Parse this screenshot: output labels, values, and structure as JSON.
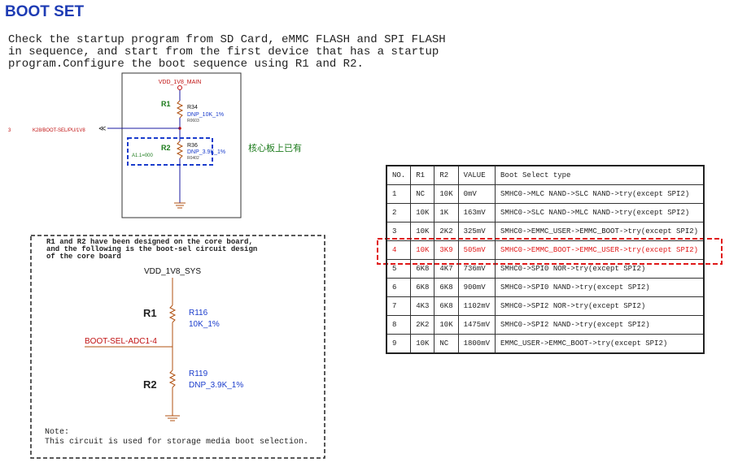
{
  "title": "BOOT SET",
  "description": "Check the startup program from SD Card, eMMC FLASH and SPI FLASH\nin sequence, and start from the first device that has a startup\nprogram.Configure the boot sequence using R1 and R2.",
  "top_schematic": {
    "vdd_label": "VDD_1V8_MAIN",
    "r1_label": "R1",
    "r34_ref": "R34",
    "r34_value": "DNP_10K_1%",
    "r34_pkg": "R0603",
    "net_index": "3",
    "net_label": "K28/BOOT-SEL/PU/1V8",
    "r2_label": "R2",
    "r36_ref": "R36",
    "r36_value": "DNP_3.9K_1%",
    "r36_pkg": "R0402",
    "box_label": "A1.1=000",
    "note_cn": "核心板上已有"
  },
  "bottom_schematic": {
    "core_note": "R1 and R2 have been designed on the core board,\nand the following is the boot-sel circuit design\nof the core board",
    "vdd_label": "VDD_1V8_SYS",
    "r1_label": "R1",
    "r116_ref": "R116",
    "r116_value": "10K_1%",
    "net_label": "BOOT-SEL-ADC1-4",
    "r2_label": "R2",
    "r119_ref": "R119",
    "r119_value": "DNP_3.9K_1%",
    "note": "Note:\nThis circuit is used for storage media boot selection."
  },
  "table": {
    "headers": [
      "NO.",
      "R1",
      "R2",
      "VALUE",
      "Boot Select type"
    ],
    "rows": [
      [
        "1",
        "NC",
        "10K",
        "0mV",
        "SMHC0->MLC NAND->SLC NAND->try(except SPI2)"
      ],
      [
        "2",
        "10K",
        "1K",
        "163mV",
        "SMHC0->SLC NAND->MLC NAND->try(except SPI2)"
      ],
      [
        "3",
        "10K",
        "2K2",
        "325mV",
        "SMHC0->EMMC_USER->EMMC_BOOT->try(except SPI2)"
      ],
      [
        "4",
        "10K",
        "3K9",
        "505mV",
        "SMHC0->EMMC_BOOT->EMMC_USER->try(except SPI2)"
      ],
      [
        "5",
        "6K8",
        "4K7",
        "736mV",
        "SMHC0->SPI0 NOR->try(except SPI2)"
      ],
      [
        "6",
        "6K8",
        "6K8",
        "900mV",
        "SMHC0->SPI0 NAND->try(except SPI2)"
      ],
      [
        "7",
        "4K3",
        "6K8",
        "1102mV",
        "SMHC0->SPI2 NOR->try(except SPI2)"
      ],
      [
        "8",
        "2K2",
        "10K",
        "1475mV",
        "SMHC0->SPI2 NAND->try(except SPI2)"
      ],
      [
        "9",
        "10K",
        "NC",
        "1800mV",
        "EMMC_USER->EMMC_BOOT->try(except SPI2)"
      ]
    ],
    "highlight_row": 3
  },
  "colors": {
    "title": "#1e3cb4",
    "highlight": "#e01818",
    "dashed_box": "#1a3ccc",
    "net_green": "#1a7a1a",
    "ref_blue": "#1a3ccc"
  }
}
